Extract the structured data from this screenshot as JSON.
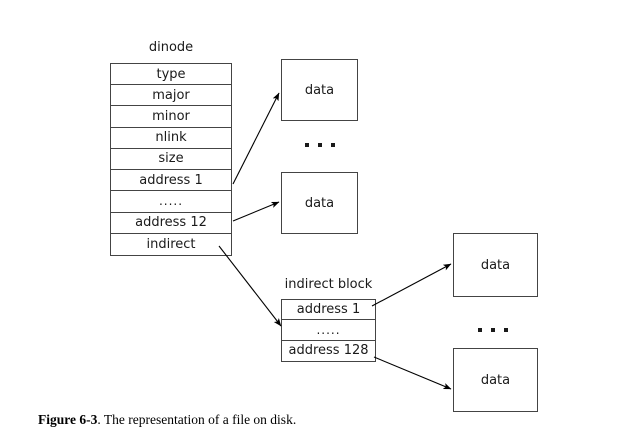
{
  "figure": {
    "caption_label": "Figure 6-3",
    "caption_text": ". The representation of a file on disk."
  },
  "dinode": {
    "label": "dinode",
    "rows": [
      {
        "text": "type"
      },
      {
        "text": "major"
      },
      {
        "text": "minor"
      },
      {
        "text": "nlink"
      },
      {
        "text": "size"
      },
      {
        "text": "address 1"
      },
      {
        "text": "....."
      },
      {
        "text": "address 12"
      },
      {
        "text": "indirect"
      }
    ]
  },
  "indirect_block": {
    "label": "indirect block",
    "rows": [
      {
        "text": "address 1"
      },
      {
        "text": "....."
      },
      {
        "text": "address 128"
      }
    ]
  },
  "direct_data_blocks": [
    {
      "text": "data"
    },
    {
      "text": "data"
    }
  ],
  "indirect_data_blocks": [
    {
      "text": "data"
    },
    {
      "text": "data"
    }
  ],
  "ellipsis": {
    "direct": "...",
    "indirect": "..."
  },
  "colors": {
    "line": "#444444",
    "arrow": "#000000",
    "text": "#1a1a1a",
    "background": "#ffffff"
  }
}
